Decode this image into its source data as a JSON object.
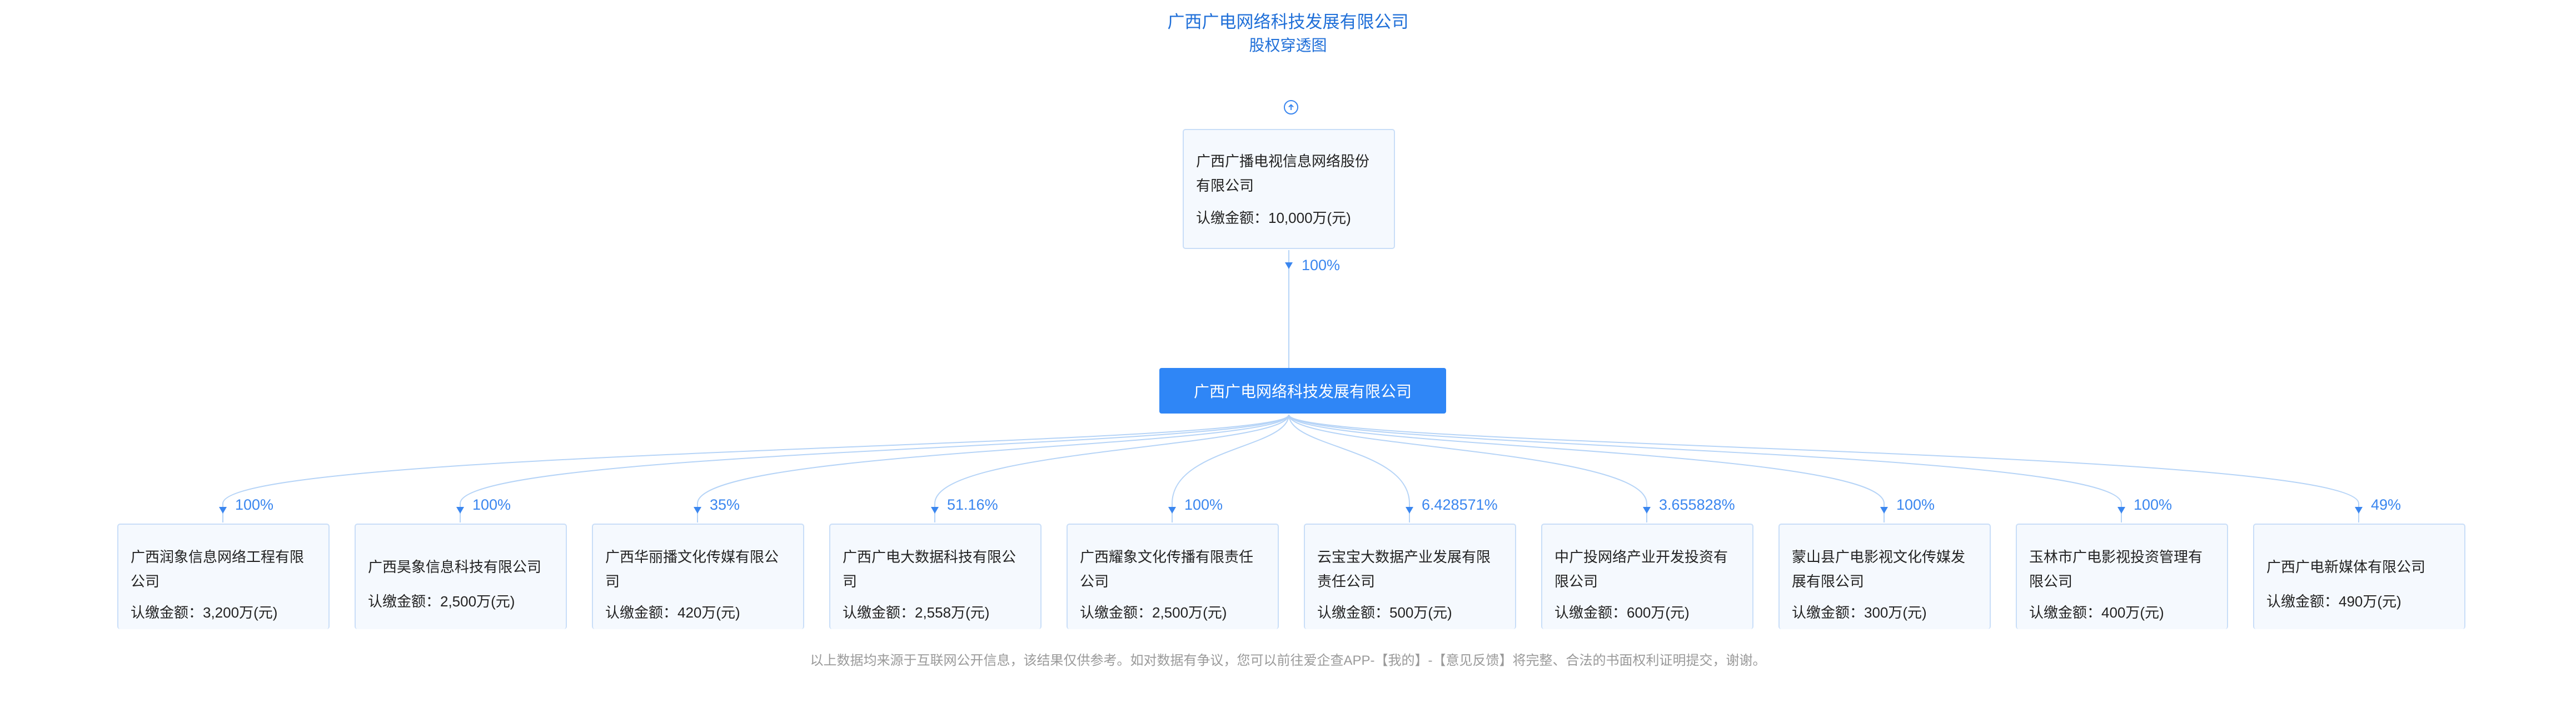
{
  "header": {
    "title": "广西广电网络科技发展有限公司",
    "subtitle": "股权穿透图"
  },
  "shareholder": {
    "name_line1": "广西广播电视信息网络股份",
    "name_line2": "有限公司",
    "amount": "认缴金额：10,000万(元)",
    "percent": "100%"
  },
  "center": {
    "name": "广西广电网络科技发展有限公司"
  },
  "investments": [
    {
      "percent": "100%",
      "name_line1": "广西润象信息网络工程有限",
      "name_line2": "公司",
      "amount": "认缴金额：3,200万(元)"
    },
    {
      "percent": "100%",
      "name_line1": "广西昊象信息科技有限公司",
      "name_line2": "",
      "amount": "认缴金额：2,500万(元)"
    },
    {
      "percent": "35%",
      "name_line1": "广西华丽播文化传媒有限公",
      "name_line2": "司",
      "amount": "认缴金额：420万(元)"
    },
    {
      "percent": "51.16%",
      "name_line1": "广西广电大数据科技有限公",
      "name_line2": "司",
      "amount": "认缴金额：2,558万(元)"
    },
    {
      "percent": "100%",
      "name_line1": "广西耀象文化传播有限责任",
      "name_line2": "公司",
      "amount": "认缴金额：2,500万(元)"
    },
    {
      "percent": "6.428571%",
      "name_line1": "云宝宝大数据产业发展有限",
      "name_line2": "责任公司",
      "amount": "认缴金额：500万(元)"
    },
    {
      "percent": "3.655828%",
      "name_line1": "中广投网络产业开发投资有",
      "name_line2": "限公司",
      "amount": "认缴金额：600万(元)"
    },
    {
      "percent": "100%",
      "name_line1": "蒙山县广电影视文化传媒发",
      "name_line2": "展有限公司",
      "amount": "认缴金额：300万(元)"
    },
    {
      "percent": "100%",
      "name_line1": "玉林市广电影视投资管理有",
      "name_line2": "限公司",
      "amount": "认缴金额：400万(元)"
    },
    {
      "percent": "49%",
      "name_line1": "广西广电新媒体有限公司",
      "name_line2": "",
      "amount": "认缴金额：490万(元)"
    }
  ],
  "footer": {
    "text": "以上数据均来源于互联网公开信息，该结果仅供参考。如对数据有争议，您可以前往爱企查APP-【我的】-【意见反馈】将完整、合法的书面权利证明提交，谢谢。"
  },
  "colors": {
    "accent": "#2f86f6",
    "link_text": "#1f6fd8",
    "card_bg": "#f5f9fe",
    "card_border": "#c9def8",
    "line": "#b6d4f7"
  },
  "icons": {
    "expand_up": "arrow-up-circle-icon"
  }
}
